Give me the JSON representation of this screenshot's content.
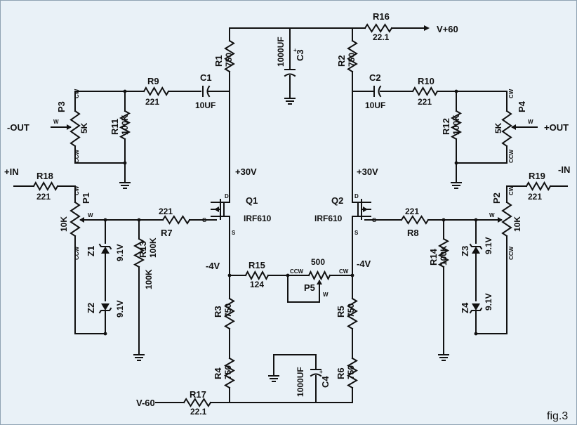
{
  "nets": {
    "vpos": "V+60",
    "vneg": "V-60",
    "plus30": "+30V",
    "minus4": "-4V",
    "in_pos": "+IN",
    "in_neg": "-IN",
    "out_neg": "-OUT",
    "out_pos": "+OUT"
  },
  "caption": "fig.3",
  "parts": {
    "R1": {
      "ref": "R1",
      "val": "750"
    },
    "R2": {
      "ref": "R2",
      "val": "750"
    },
    "R3": {
      "ref": "R3",
      "val": "750"
    },
    "R4": {
      "ref": "R4",
      "val": "750"
    },
    "R5": {
      "ref": "R5",
      "val": "750"
    },
    "R6": {
      "ref": "R6",
      "val": "750"
    },
    "R7": {
      "ref": "R7",
      "val": "221"
    },
    "R8": {
      "ref": "R8",
      "val": "221"
    },
    "R9": {
      "ref": "R9",
      "val": "221"
    },
    "R10": {
      "ref": "R10",
      "val": "221"
    },
    "R11": {
      "ref": "R11",
      "val": "100K"
    },
    "R12": {
      "ref": "R12",
      "val": "100K"
    },
    "R13": {
      "ref": "R13",
      "val": "100K"
    },
    "R14": {
      "ref": "R14",
      "val": "100K"
    },
    "R15": {
      "ref": "R15",
      "val": "124"
    },
    "R16": {
      "ref": "R16",
      "val": "22.1"
    },
    "R17": {
      "ref": "R17",
      "val": "22.1"
    },
    "R18": {
      "ref": "R18",
      "val": "221"
    },
    "R19": {
      "ref": "R19",
      "val": "221"
    },
    "C1": {
      "ref": "C1",
      "val": "10UF"
    },
    "C2": {
      "ref": "C2",
      "val": "10UF"
    },
    "C3": {
      "ref": "C3",
      "val": "1000UF"
    },
    "C4": {
      "ref": "C4",
      "val": "1000UF"
    },
    "P1": {
      "ref": "P1",
      "val": "10K"
    },
    "P2": {
      "ref": "P2",
      "val": "10K"
    },
    "P3": {
      "ref": "P3",
      "val": "5K"
    },
    "P4": {
      "ref": "P4",
      "val": "5K"
    },
    "P5": {
      "ref": "P5",
      "val": "500"
    },
    "Z1": {
      "ref": "Z1",
      "val": "9.1V"
    },
    "Z2": {
      "ref": "Z2",
      "val": "9.1V"
    },
    "Z3": {
      "ref": "Z3",
      "val": "9.1V"
    },
    "Z4": {
      "ref": "Z4",
      "val": "9.1V"
    },
    "Q1": {
      "ref": "Q1",
      "val": "IRF610"
    },
    "Q2": {
      "ref": "Q2",
      "val": "IRF610"
    }
  },
  "pins": {
    "cw": "CW",
    "ccw": "CCW",
    "w": "W",
    "d": "D",
    "s": "S",
    "g": "G"
  }
}
